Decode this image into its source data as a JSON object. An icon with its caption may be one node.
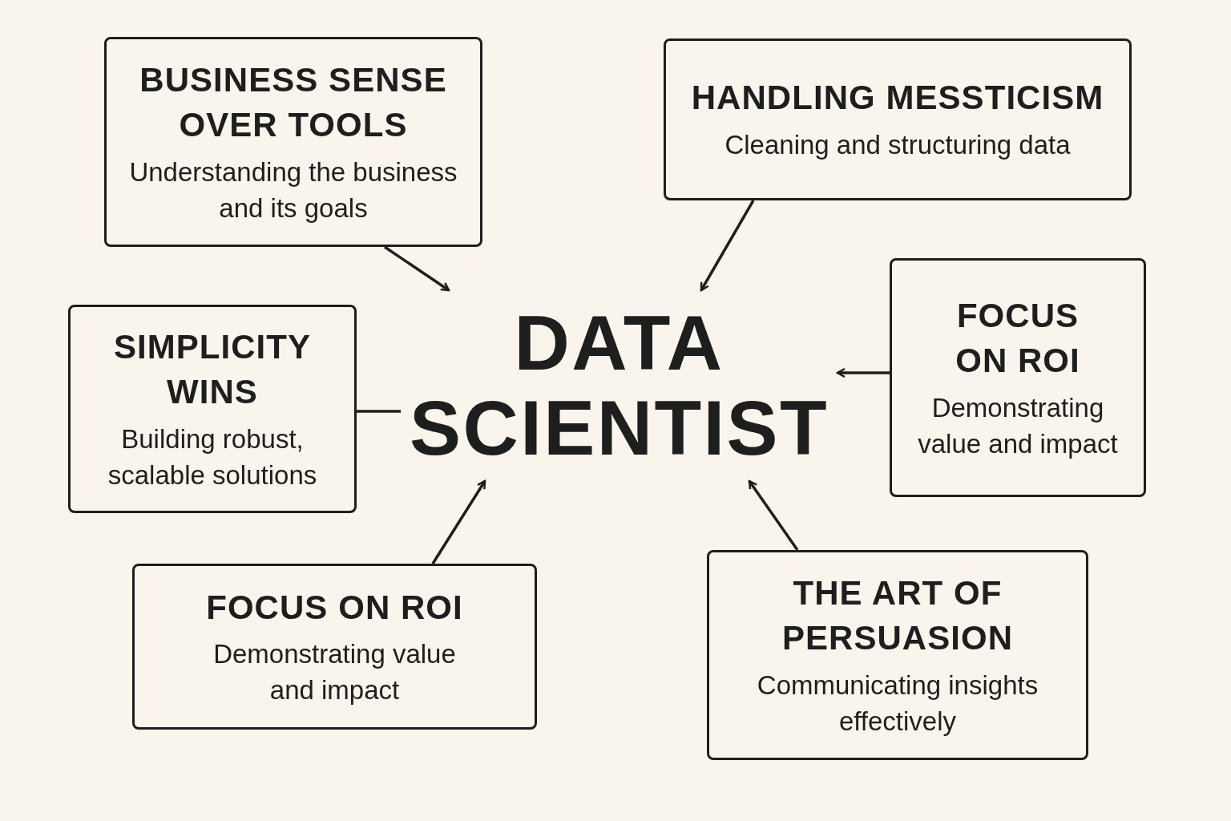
{
  "diagram": {
    "nodes": [
      {
        "text": [
          "BUSINESS SENSE OVER TOOLS",
          "Understanding the business and its goals"
        ]
      },
      {
        "text": [
          "HANDLING MESSTICISM",
          "Cleaning and structuring data"
        ]
      },
      {
        "text": [
          "DATA SCIENTIST"
        ]
      },
      {
        "text": [
          "SIMPLICITY WINS",
          "Building robust, scalable solutions"
        ]
      },
      {
        "text": [
          "FOCUS ON ROI",
          "Demonstrating value and impact"
        ]
      },
      {
        "text": [
          "FOCUS ON ROI",
          "Demonstrating value and impact"
        ]
      },
      {
        "text": [
          "THE ART OF PERSUASION",
          "Communicating insights effectively"
        ]
      }
    ],
    "edges": [
      {
        "from": 0,
        "to": 2,
        "arrow": "to"
      },
      {
        "from": 1,
        "to": 2,
        "arrow": "to"
      },
      {
        "from": 4,
        "to": 2,
        "arrow": "to"
      },
      {
        "from": 3,
        "to": 2,
        "arrow": "none"
      },
      {
        "from": 5,
        "to": 2,
        "arrow": "to"
      },
      {
        "from": 6,
        "to": 2,
        "arrow": "to"
      }
    ]
  }
}
